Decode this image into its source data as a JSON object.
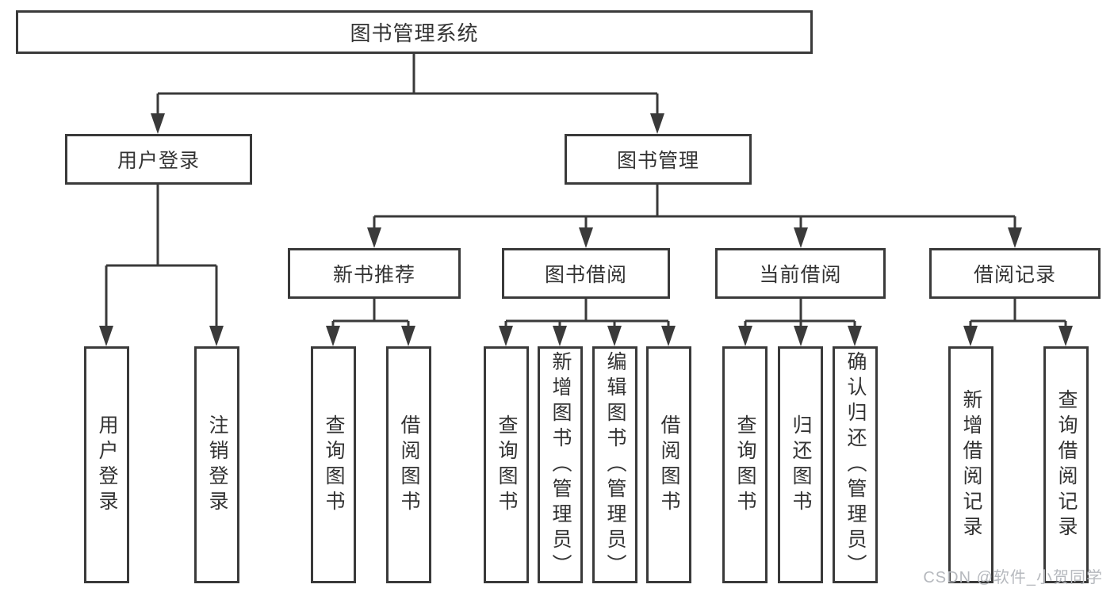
{
  "tree": {
    "root": "图书管理系统",
    "level2": [
      "用户登录",
      "图书管理"
    ],
    "level3": [
      "新书推荐",
      "图书借阅",
      "当前借阅",
      "借阅记录"
    ],
    "leaves": {
      "user_login": [
        "用户登录",
        "注销登录"
      ],
      "new_book": [
        "查询图书",
        "借阅图书"
      ],
      "book_borrow": [
        "查询图书",
        "新增图书（管理员）",
        "编辑图书（管理员）",
        "借阅图书"
      ],
      "current_borrow": [
        "查询图书",
        "归还图书",
        "确认归还（管理员）"
      ],
      "borrow_records": [
        "新增借阅记录",
        "查询借阅记录"
      ]
    }
  },
  "watermark": "CSDN @软件_小贺同学",
  "colors": {
    "line": "#3a3a3a",
    "text": "#333333",
    "box_background": "#ffffff",
    "watermark_color": "#b6b9be"
  }
}
